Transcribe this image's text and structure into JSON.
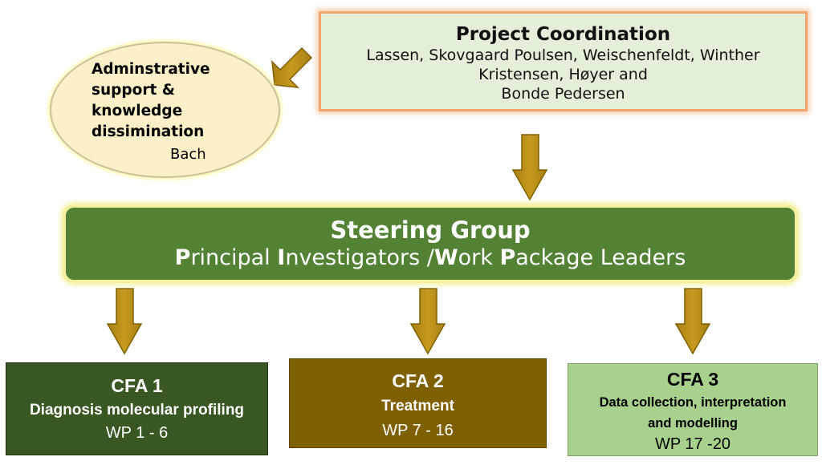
{
  "coordination": {
    "title": "Project Coordination",
    "names_line1": "Lassen, Skovgaard Poulsen, Weischenfeldt, Winther",
    "names_line2": "Kristensen, Høyer and",
    "names_line3": "Bonde Pedersen"
  },
  "admin": {
    "line1": "Adminstrative",
    "line2": "support &",
    "line3": "knowledge",
    "line4": "dissimination",
    "person": "Bach"
  },
  "steering": {
    "title": "Steering Group",
    "subtitle_parts": [
      {
        "text": "P",
        "bold": true
      },
      {
        "text": "rincipal ",
        "bold": false
      },
      {
        "text": "I",
        "bold": true
      },
      {
        "text": "nvestigators /",
        "bold": false
      },
      {
        "text": "W",
        "bold": true
      },
      {
        "text": "ork ",
        "bold": false
      },
      {
        "text": "P",
        "bold": true
      },
      {
        "text": "ackage Leaders",
        "bold": false
      }
    ]
  },
  "cfas": [
    {
      "heading": "CFA 1",
      "title_line1": "Diagnosis molecular profiling",
      "title_line2": "",
      "wp": "WP 1 - 6"
    },
    {
      "heading": "CFA 2",
      "title_line1": "Treatment",
      "title_line2": "",
      "wp": "WP 7 - 16"
    },
    {
      "heading": "CFA 3",
      "title_line1": "Data collection, interpretation",
      "title_line2": "and modelling",
      "wp": "WP 17 -20"
    }
  ],
  "colors": {
    "arrow_fill": "#bf9000",
    "arrow_stroke": "#7f6000",
    "steering_fill": "#548235",
    "cfa1_fill": "#385723",
    "cfa2_fill": "#7f6000",
    "cfa3_fill": "#a9d18e"
  }
}
